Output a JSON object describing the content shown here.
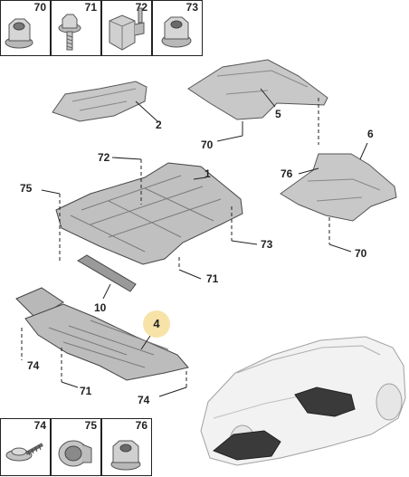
{
  "top_hardware": [
    {
      "ref": "70",
      "icon": "flange-nut-icon"
    },
    {
      "ref": "71",
      "icon": "flange-bolt-icon"
    },
    {
      "ref": "72",
      "icon": "clip-screw-icon"
    },
    {
      "ref": "73",
      "icon": "hex-nut-icon"
    }
  ],
  "bottom_hardware": [
    {
      "ref": "74",
      "icon": "screw-washer-icon"
    },
    {
      "ref": "75",
      "icon": "push-clip-icon"
    },
    {
      "ref": "76",
      "icon": "cage-nut-icon"
    }
  ],
  "callouts": {
    "c1": "1",
    "c2": "2",
    "c4": "4",
    "c5": "5",
    "c6": "6",
    "c10": "10",
    "c70a": "70",
    "c70b": "70",
    "c71a": "71",
    "c71b": "71",
    "c72": "72",
    "c73": "73",
    "c74a": "74",
    "c74b": "74",
    "c75": "75",
    "c76": "76"
  },
  "colors": {
    "highlight": "#f7e2a8",
    "part_fill": "#c8c8c8",
    "part_dark": "#4a4a4a"
  }
}
